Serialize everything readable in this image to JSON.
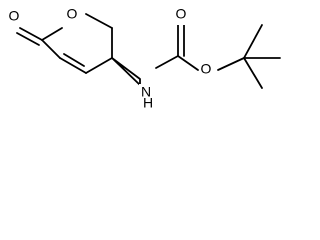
{
  "image": {
    "background_color": "#ffffff",
    "line_color": "#000000"
  },
  "molecule": {
    "atom_labels": {
      "ketone_oxygen": "O",
      "ring_oxygen": "O",
      "amide_nitrogen": "N",
      "amide_hydrogen": "H",
      "carbamate_carbonyl_oxygen": "O",
      "carbamate_ester_oxygen": "O"
    },
    "stereo": {
      "type": "wedge"
    }
  }
}
